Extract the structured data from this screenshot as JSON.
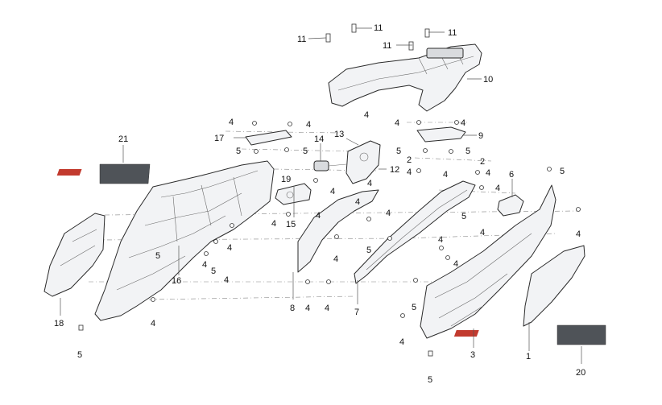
{
  "callouts": [
    "1",
    "2",
    "2",
    "3",
    "4",
    "4",
    "4",
    "4",
    "4",
    "4",
    "4",
    "4",
    "4",
    "4",
    "4",
    "4",
    "4",
    "4",
    "4",
    "4",
    "4",
    "4",
    "4",
    "4",
    "4",
    "4",
    "4",
    "5",
    "5",
    "5",
    "5",
    "5",
    "5",
    "5",
    "5",
    "5",
    "5",
    "5",
    "5",
    "6",
    "7",
    "8",
    "9",
    "10",
    "11",
    "11",
    "11",
    "11",
    "12",
    "13",
    "14",
    "15",
    "16",
    "17",
    "18",
    "19",
    "20",
    "21"
  ],
  "labels": {
    "l1": "1",
    "l2a": "2",
    "l2b": "2",
    "l3": "3",
    "l4": "4",
    "l5": "5",
    "l6": "6",
    "l7": "7",
    "l8": "8",
    "l9": "9",
    "l10": "10",
    "l11": "11",
    "l12": "12",
    "l13": "13",
    "l14": "14",
    "l15": "15",
    "l16": "16",
    "l17": "17",
    "l18": "18",
    "l19": "19",
    "l20": "20",
    "l21": "21"
  },
  "colors": {
    "line": "#2b2b2b",
    "part_fill": "#f2f3f5",
    "decal": "#4f5358",
    "decal_stripe": "#c23a2e"
  }
}
